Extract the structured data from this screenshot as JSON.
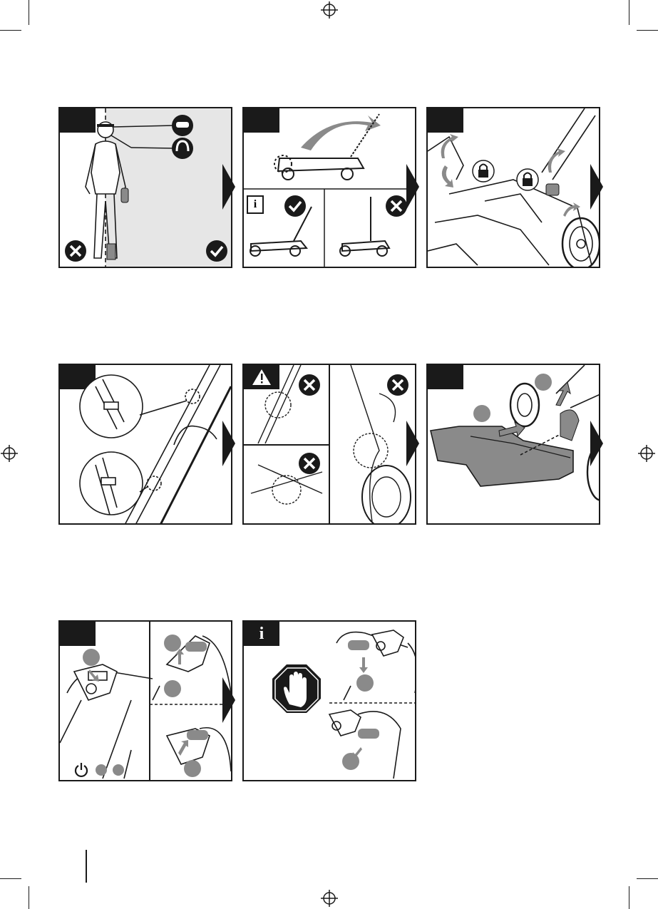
{
  "colors": {
    "ink": "#1a1a1a",
    "grey": "#8a8a8a",
    "light": "#e6e6e6"
  },
  "panels": [
    {
      "id": "p1",
      "tag": "step"
    },
    {
      "id": "p2",
      "tag": "step",
      "info": "i"
    },
    {
      "id": "p3",
      "tag": "step"
    },
    {
      "id": "p4",
      "tag": "step"
    },
    {
      "id": "p5",
      "tag": "warning"
    },
    {
      "id": "p6",
      "tag": "step"
    },
    {
      "id": "p7",
      "tag": "step"
    },
    {
      "id": "p8",
      "tag": "info",
      "info": "i"
    }
  ],
  "icons": {
    "check": "check-circle-icon",
    "cross": "cross-circle-icon",
    "lock": "lock-icon",
    "info": "info-icon",
    "warning": "warning-triangle-icon",
    "power": "power-icon",
    "stop": "stop-hand-icon"
  }
}
